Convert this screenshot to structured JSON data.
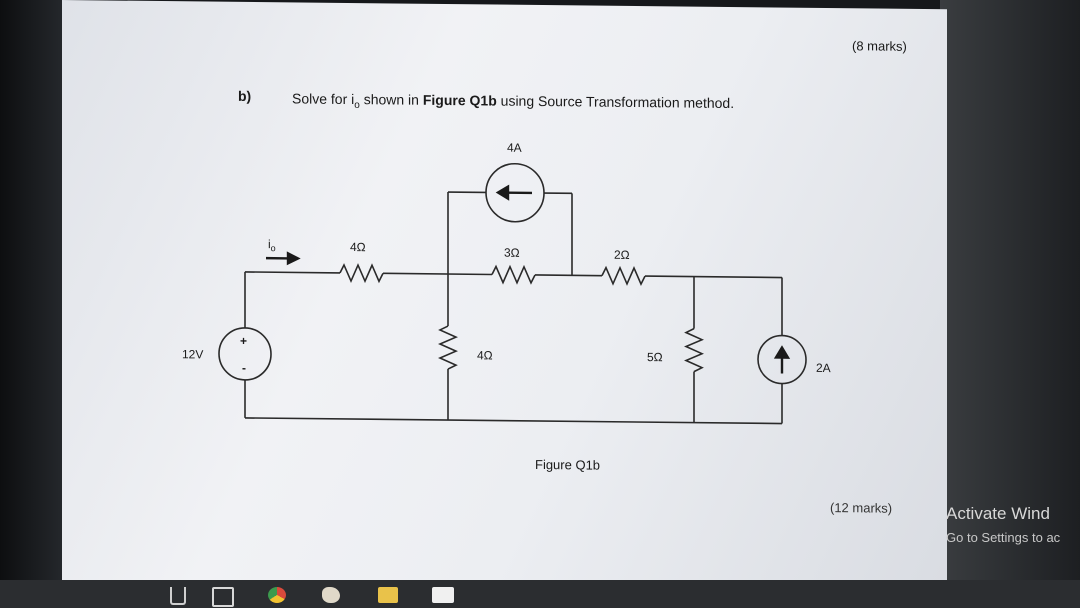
{
  "document": {
    "marks_top": "(8 marks)",
    "question_label": "b)",
    "question_pre": "Solve for i",
    "question_sub": "o",
    "question_mid": " shown in ",
    "question_bold": "Figure Q1b",
    "question_post": " using Source Transformation method.",
    "figure_caption": "Figure Q1b",
    "marks_bottom": "(12 marks)"
  },
  "circuit": {
    "current_source_top": "4A",
    "current_label_main": "i",
    "current_label_sub": "o",
    "r_top_left": "4Ω",
    "r_top_mid": "3Ω",
    "r_top_right": "2Ω",
    "voltage_source": "12V",
    "plus_sign": "+",
    "minus_sign": "-",
    "r_shunt_left": "4Ω",
    "r_shunt_right": "5Ω",
    "current_source_right": "2A"
  },
  "overlay": {
    "activate_title": "Activate Wind",
    "activate_sub": "Go to Settings to ac"
  },
  "taskbar": {
    "icons": [
      "recycle-icon",
      "task-view-icon",
      "chrome-icon",
      "paint-icon",
      "file-explorer-icon",
      "photos-icon"
    ]
  }
}
